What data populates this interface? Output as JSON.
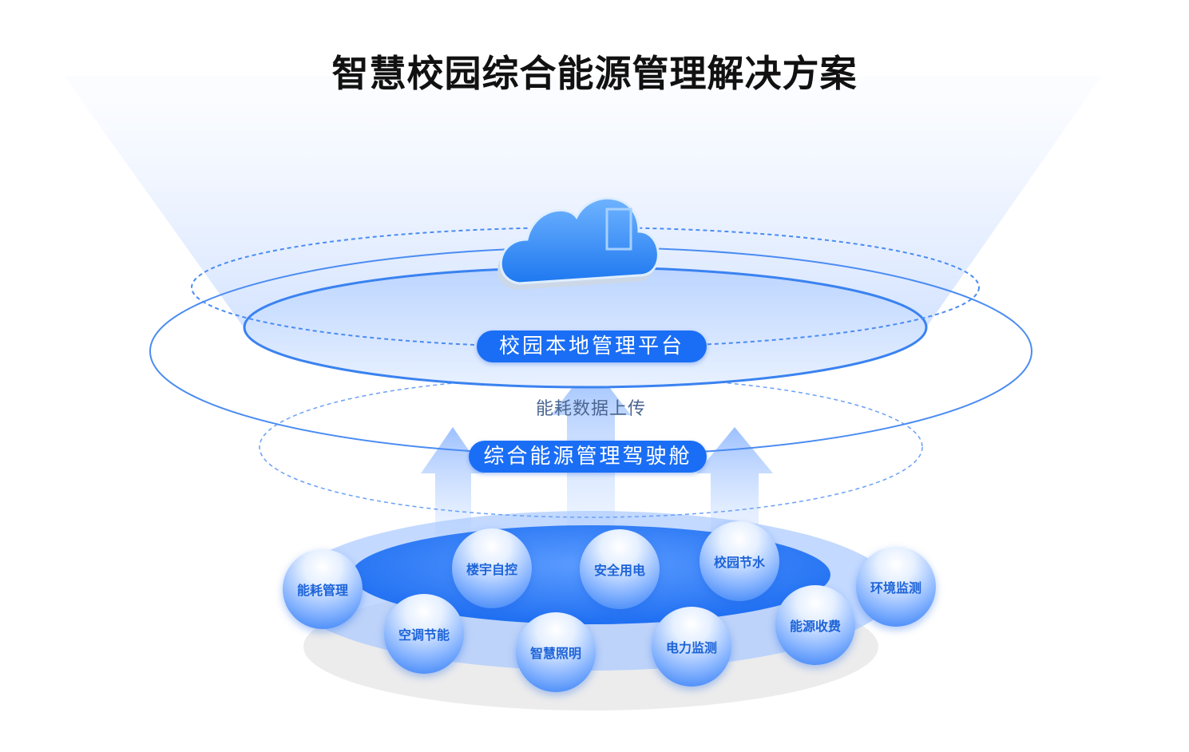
{
  "title": "智慧校园综合能源管理解决方案",
  "platform_label": "校园本地管理平台",
  "upload_label": "能耗数据上传",
  "cockpit_label": "综合能源管理驾驶舱",
  "modules": [
    "能耗管理",
    "楼宇自控",
    "安全用电",
    "校园节水",
    "环境监测",
    "空调节能",
    "智慧照明",
    "电力监测",
    "能源收费"
  ],
  "colors": {
    "accent": "#1a6ef5",
    "light": "#cfe0ff"
  }
}
